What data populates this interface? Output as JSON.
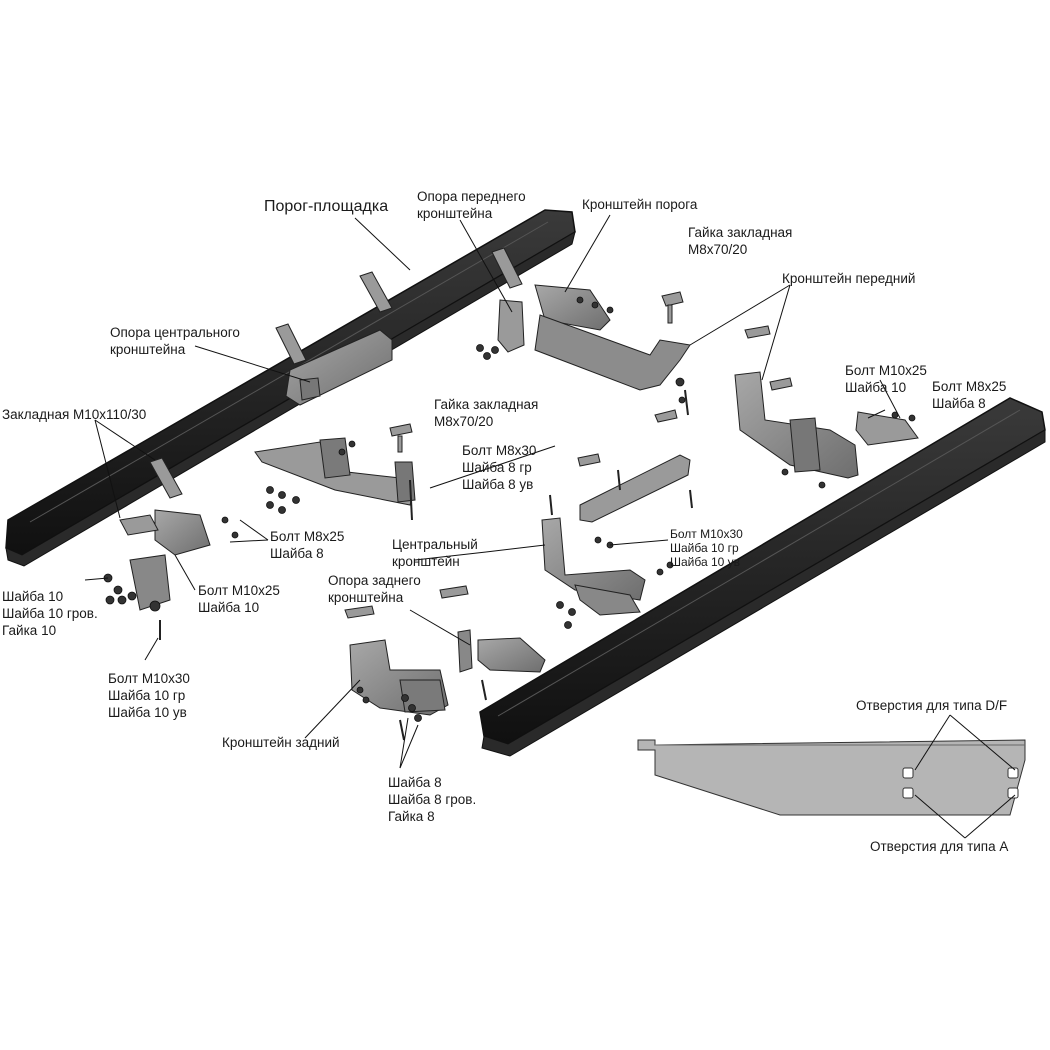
{
  "labels": {
    "porog": "Порог-площадка",
    "opora_perednego": [
      "Опора переднего",
      "кронштейна"
    ],
    "kronshtein_poroga": "Кронштейн порога",
    "gaika_top": [
      "Гайка закладная",
      "M8x70/20"
    ],
    "kronshtein_peredniy": "Кронштейн передний",
    "opora_central": [
      "Опора центрального",
      "кронштейна"
    ],
    "bolt_m10x25_right": [
      "Болт M10x25",
      "Шайба 10"
    ],
    "bolt_m8x25_right": [
      "Болт M8x25",
      "Шайба 8"
    ],
    "zakladnaya": "Закладная M10x110/30",
    "gaika_mid": [
      "Гайка закладная",
      "M8x70/20"
    ],
    "bolt_m8x30": [
      "Болт M8x30",
      "Шайба 8 гр",
      "Шайба 8 ув"
    ],
    "bolt_m8x25_left": [
      "Болт M8x25",
      "Шайба 8"
    ],
    "central_bracket": [
      "Центральный",
      "кронштейн"
    ],
    "bolt_m10x30_small": [
      "Болт M10x30",
      "Шайба 10 гр",
      "Шайба 10 ув"
    ],
    "shaiba_10_group": [
      "Шайба 10",
      "Шайба 10 гров.",
      "Гайка 10"
    ],
    "bolt_m10x25_left": [
      "Болт M10x25",
      "Шайба 10"
    ],
    "opora_zadnego": [
      "Опора заднего",
      "кронштейна"
    ],
    "bolt_m10x30_left": [
      "Болт M10x30",
      "Шайба 10 гр",
      "Шайба 10 ув"
    ],
    "kronshtein_zadniy": "Кронштейн задний",
    "shaiba_8_group": [
      "Шайба 8",
      "Шайба 8 гров.",
      "Гайка 8"
    ],
    "holes_df": "Отверстия для типа D/F",
    "holes_a": "Отверстия для типа A"
  },
  "colors": {
    "step_board": "#1f1f1f",
    "step_board_edge": "#4a4a4a",
    "bracket": "#8c8c8c",
    "bracket_dark": "#555555",
    "plate": "#b5b5b5",
    "leader": "#111111"
  }
}
